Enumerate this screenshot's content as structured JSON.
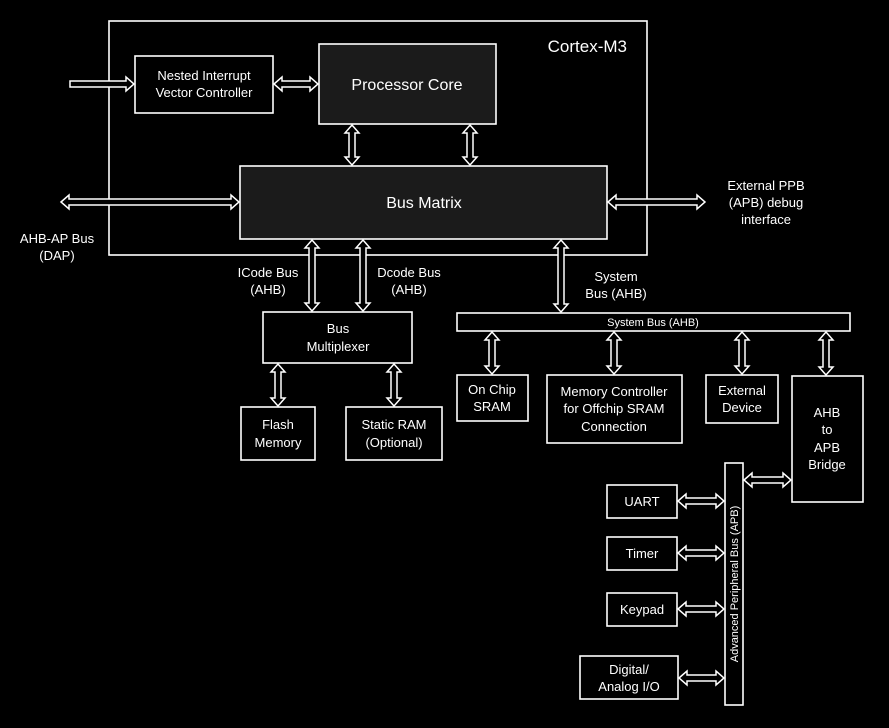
{
  "diagram": {
    "title": "Cortex-M3",
    "blocks": {
      "nvic": [
        "Nested Interrupt",
        "Vector Controller"
      ],
      "processor_core": "Processor Core",
      "bus_matrix": "Bus Matrix",
      "bus_multiplexer": [
        "Bus",
        "Multiplexer"
      ],
      "flash_memory": [
        "Flash",
        "Memory"
      ],
      "static_ram": [
        "Static RAM",
        "(Optional)"
      ],
      "system_bus_bar": "System Bus (AHB)",
      "on_chip_sram": [
        "On Chip",
        "SRAM"
      ],
      "memory_controller": [
        "Memory Controller",
        "for Offchip SRAM",
        "Connection"
      ],
      "external_device": [
        "External",
        "Device"
      ],
      "ahb_apb_bridge": [
        "AHB",
        "to",
        "APB",
        "Bridge"
      ],
      "apb_bus": "Advanced Peripheral Bus (APB)",
      "uart": "UART",
      "timer": "Timer",
      "keypad": "Keypad",
      "digital_analog_io": [
        "Digital/",
        "Analog I/O"
      ]
    },
    "labels": {
      "ahb_ap_bus": [
        "AHB-AP Bus",
        "(DAP)"
      ],
      "external_ppb": [
        "External PPB",
        "(APB) debug",
        "interface"
      ],
      "icode_bus": [
        "ICode Bus",
        "(AHB)"
      ],
      "dcode_bus": [
        "Dcode Bus",
        "(AHB)"
      ],
      "system_bus": [
        "System",
        "Bus (AHB)"
      ]
    }
  }
}
